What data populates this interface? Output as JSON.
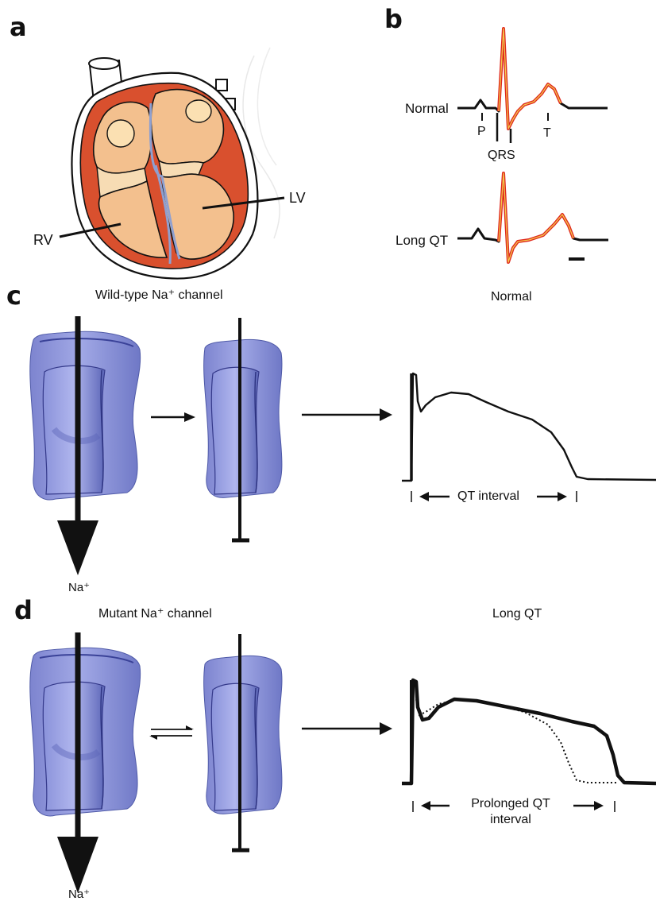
{
  "panels": {
    "a": {
      "letter": "a",
      "labels": {
        "rv": "RV",
        "lv": "LV"
      }
    },
    "b": {
      "letter": "b",
      "traces": {
        "normal": "Normal",
        "long_qt": "Long QT"
      },
      "waves": {
        "p": "P",
        "qrs": "QRS",
        "t": "T"
      }
    },
    "c": {
      "letter": "c",
      "channel_title": "Wild-type Na⁺ channel",
      "ap_title": "Normal",
      "ion": "Na⁺",
      "interval": "QT interval"
    },
    "d": {
      "letter": "d",
      "channel_title": "Mutant Na⁺ channel",
      "ap_title": "Long QT",
      "ion": "Na⁺",
      "interval_line1": "Prolonged QT",
      "interval_line2": "interval"
    }
  },
  "colors": {
    "channel": "#8e95d8",
    "channel_dark": "#4f5aa8",
    "heart_muscle": "#d9502e",
    "heart_chamber": "#f3c08e",
    "septum_line": "#8fa0d0",
    "ecg_outer": "#e0281e",
    "ecg_inner": "#f2c84a"
  }
}
